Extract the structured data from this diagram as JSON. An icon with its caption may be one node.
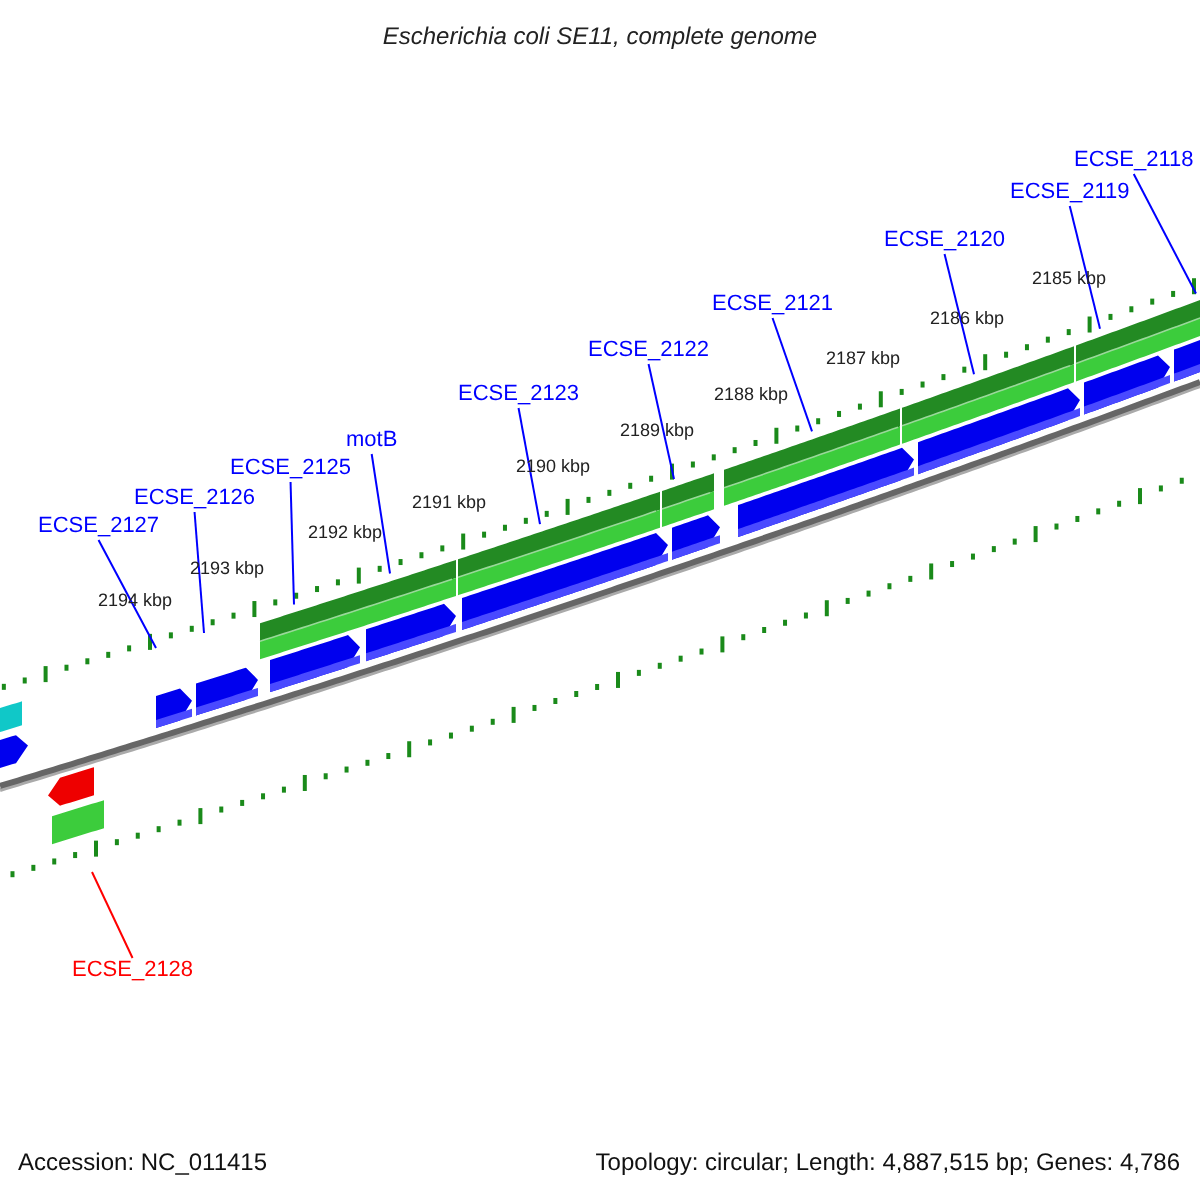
{
  "diagram": {
    "title": "Escherichia coli SE11, complete genome",
    "nodes": [
      {
        "text": [
          "ECSE_2127"
        ]
      },
      {
        "text": [
          "ECSE_2126"
        ]
      },
      {
        "text": [
          "ECSE_2125"
        ]
      },
      {
        "text": [
          "motB"
        ]
      },
      {
        "text": [
          "ECSE_2123"
        ]
      },
      {
        "text": [
          "ECSE_2122"
        ]
      },
      {
        "text": [
          "ECSE_2121"
        ]
      },
      {
        "text": [
          "ECSE_2120"
        ]
      },
      {
        "text": [
          "ECSE_2119"
        ]
      },
      {
        "text": [
          "ECSE_2118"
        ]
      },
      {
        "text": [
          "ECSE_2128"
        ]
      }
    ],
    "edges": [
      {
        "from": 0,
        "to": null,
        "arrow": "none"
      },
      {
        "from": 1,
        "to": null,
        "arrow": "none"
      },
      {
        "from": 2,
        "to": null,
        "arrow": "none"
      },
      {
        "from": 3,
        "to": null,
        "arrow": "none"
      },
      {
        "from": 4,
        "to": null,
        "arrow": "none"
      },
      {
        "from": 5,
        "to": null,
        "arrow": "none"
      },
      {
        "from": 6,
        "to": null,
        "arrow": "none"
      },
      {
        "from": 7,
        "to": null,
        "arrow": "none"
      },
      {
        "from": 8,
        "to": null,
        "arrow": "none"
      },
      {
        "from": 9,
        "to": null,
        "arrow": "none"
      },
      {
        "from": 10,
        "to": null,
        "arrow": "none",
        "color": "#ff0000"
      }
    ],
    "labels": [
      "2194 kbp",
      "2193 kbp",
      "2192 kbp",
      "2191 kbp",
      "2190 kbp",
      "2189 kbp",
      "2188 kbp",
      "2187 kbp",
      "2186 kbp",
      "2185 kbp",
      "Accession: NC_011415",
      "Topology: circular; Length: 4,887,515 bp; Genes: 4,786"
    ]
  }
}
